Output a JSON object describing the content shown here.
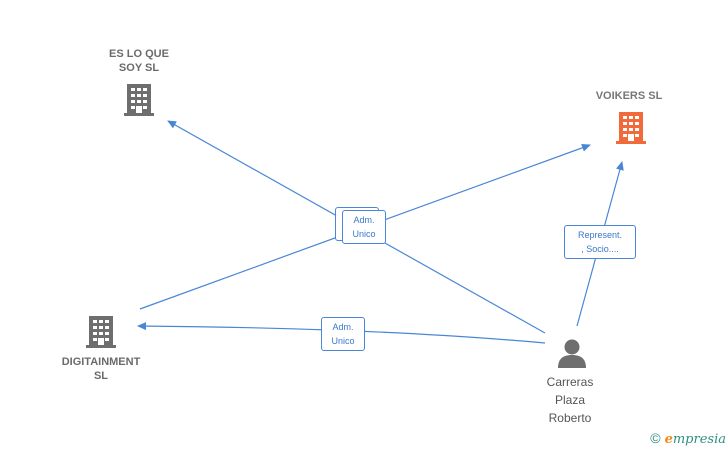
{
  "nodes": {
    "es_lo_que": {
      "label_line1": "ES LO QUE",
      "label_line2": "SOY  SL"
    },
    "voikers": {
      "label": "VOIKERS  SL"
    },
    "digitainment": {
      "label_line1": "DIGITAINMENT",
      "label_line2": "SL"
    },
    "person": {
      "label_line1": "Carreras",
      "label_line2": "Plaza",
      "label_line3": "Roberto"
    }
  },
  "edges": {
    "adm_unico_top": {
      "line1": "Adm.",
      "line2": "Unico"
    },
    "adm_unico_bottom": {
      "line1": "Adm.",
      "line2": "Unico"
    },
    "represent": {
      "line1": "Represent.",
      "line2": ", Socio...."
    }
  },
  "watermark": {
    "copyright": "©",
    "brand_e": "e",
    "brand_rest": "mpresia"
  },
  "colors": {
    "edge": "#4a86d6",
    "company_icon": "#6e6e6e",
    "company_icon_highlight": "#f26a3a",
    "person_icon": "#6e6e6e"
  }
}
